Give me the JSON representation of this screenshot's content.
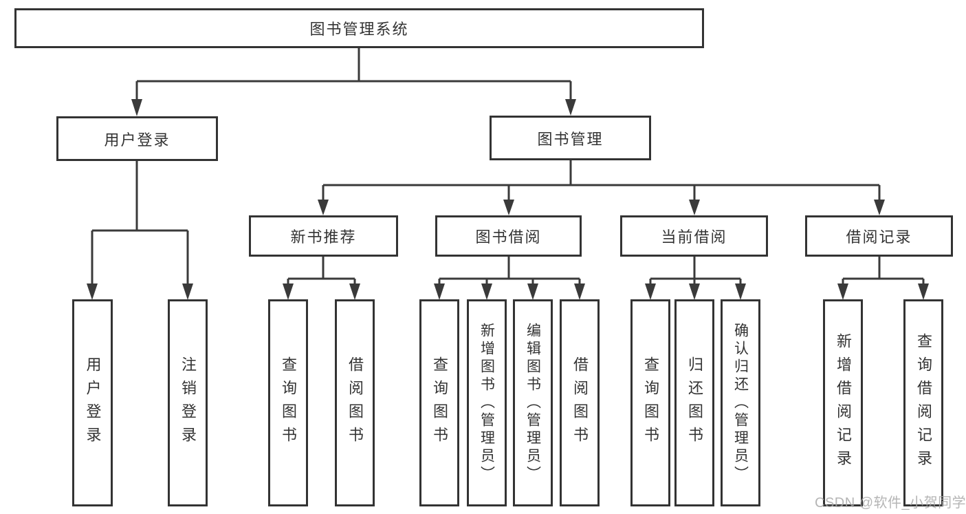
{
  "diagram": {
    "type": "hierarchy-tree",
    "root": {
      "label": "图书管理系统",
      "children": [
        {
          "label": "用户登录",
          "children": [
            {
              "label": "用户登录"
            },
            {
              "label": "注销登录"
            }
          ]
        },
        {
          "label": "图书管理",
          "children": [
            {
              "label": "新书推荐",
              "children": [
                {
                  "label": "查询图书"
                },
                {
                  "label": "借阅图书"
                }
              ]
            },
            {
              "label": "图书借阅",
              "children": [
                {
                  "label": "查询图书"
                },
                {
                  "label": "新增图书（管理员）"
                },
                {
                  "label": "编辑图书（管理员）"
                },
                {
                  "label": "借阅图书"
                }
              ]
            },
            {
              "label": "当前借阅",
              "children": [
                {
                  "label": "查询图书"
                },
                {
                  "label": "归还图书"
                },
                {
                  "label": "确认归还（管理员）"
                }
              ]
            },
            {
              "label": "借阅记录",
              "children": [
                {
                  "label": "新增借阅记录"
                },
                {
                  "label": "查询借阅记录"
                }
              ]
            }
          ]
        }
      ]
    }
  },
  "colors": {
    "line": "#3a3a3a",
    "box_border": "#333333",
    "text": "#333333",
    "background": "#ffffff",
    "watermark": "#a8a8a8"
  },
  "watermark": {
    "text": "CSDN @软件_小贺同学"
  }
}
